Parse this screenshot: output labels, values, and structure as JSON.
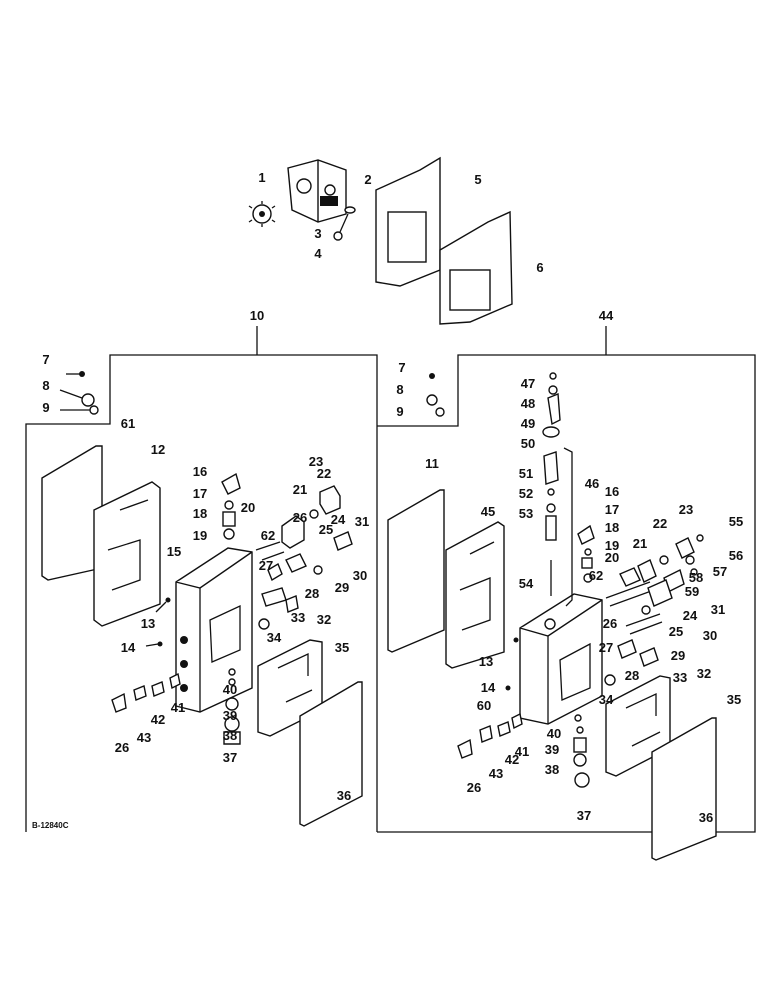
{
  "drawing_code": "B-12840C",
  "assemblies": [
    {
      "id": "left",
      "label": "10"
    },
    {
      "id": "right",
      "label": "44"
    }
  ],
  "part_labels": {
    "top": [
      "1",
      "2",
      "3",
      "4",
      "5",
      "6"
    ],
    "left": [
      "7",
      "8",
      "9",
      "61",
      "12",
      "15",
      "13",
      "14",
      "16",
      "17",
      "18",
      "19",
      "20",
      "62",
      "21",
      "22",
      "23",
      "26",
      "27",
      "24",
      "25",
      "31",
      "28",
      "29",
      "30",
      "32",
      "33",
      "34",
      "35",
      "40",
      "39",
      "38",
      "37",
      "41",
      "42",
      "43",
      "26",
      "36"
    ],
    "right": [
      "7",
      "8",
      "9",
      "47",
      "48",
      "49",
      "50",
      "51",
      "52",
      "53",
      "54",
      "46",
      "11",
      "45",
      "13",
      "14",
      "60",
      "16",
      "17",
      "18",
      "19",
      "20",
      "62",
      "21",
      "22",
      "23",
      "55",
      "56",
      "57",
      "58",
      "59",
      "31",
      "24",
      "30",
      "25",
      "26",
      "27",
      "29",
      "28",
      "32",
      "33",
      "34",
      "35",
      "40",
      "39",
      "38",
      "37",
      "41",
      "42",
      "43",
      "26",
      "36"
    ]
  }
}
